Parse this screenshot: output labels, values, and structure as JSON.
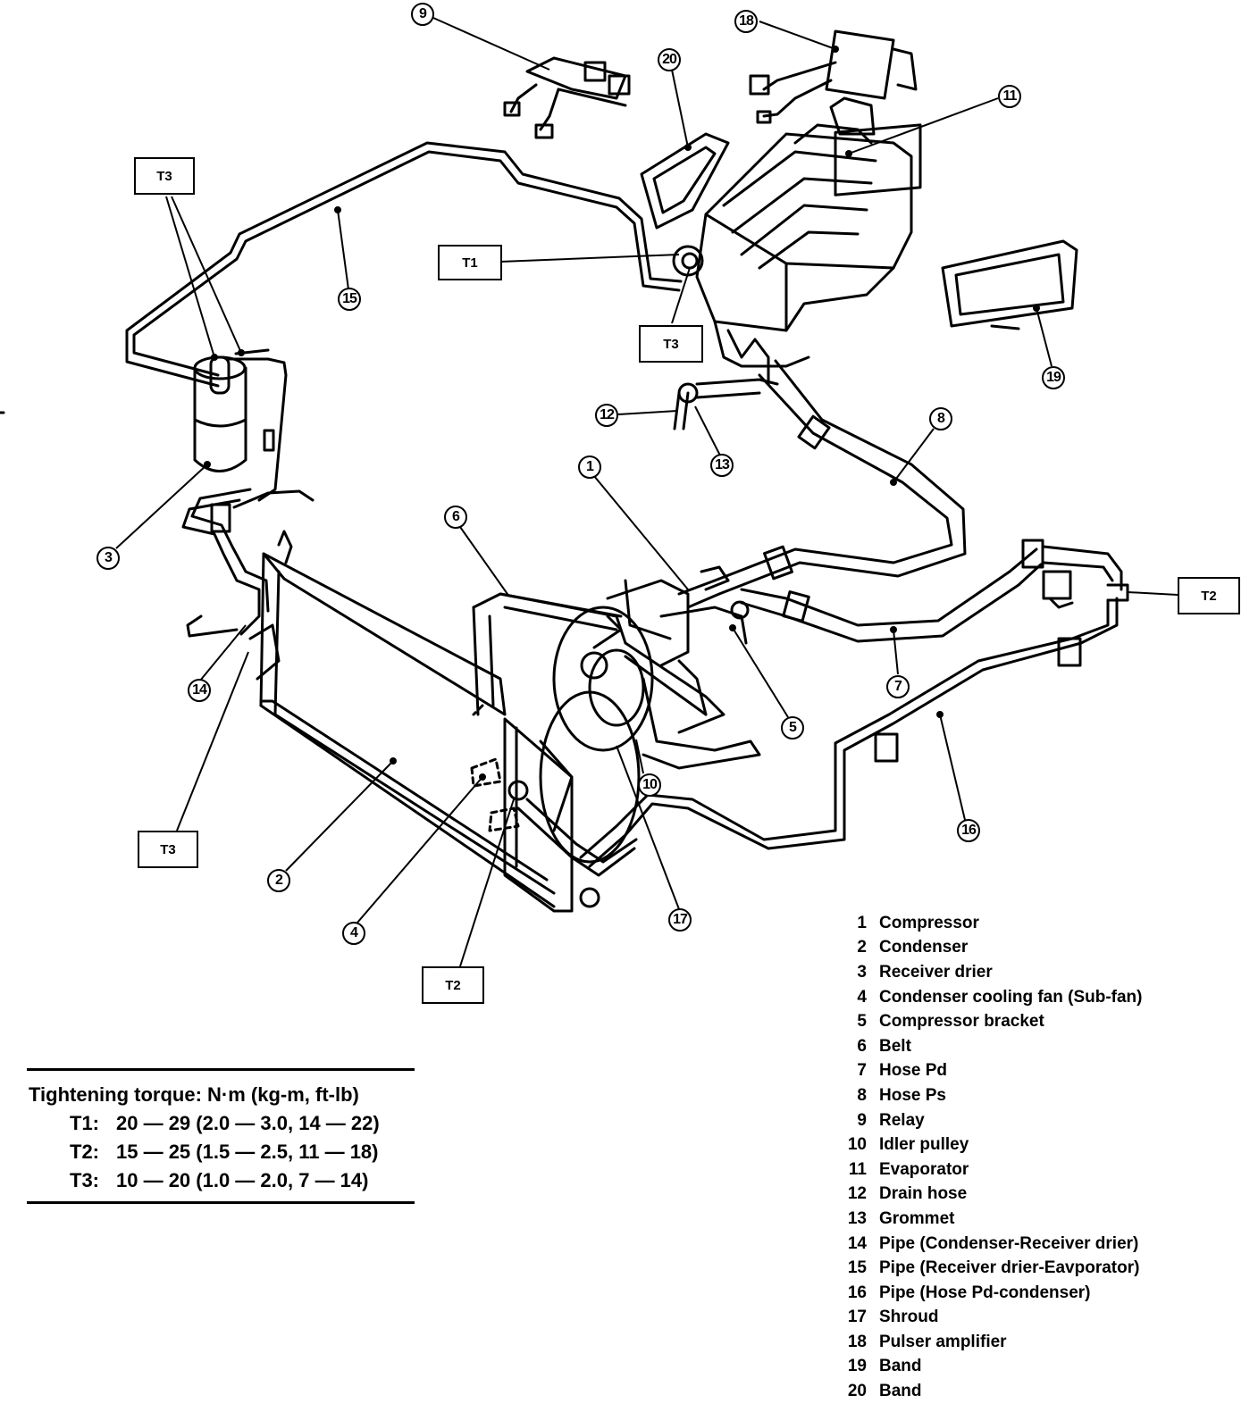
{
  "torque_boxes": {
    "t3_top": "T3",
    "t1": "T1",
    "t3_evap": "T3",
    "t2_right": "T2",
    "t3_left": "T3",
    "t2_bottom": "T2"
  },
  "callouts": {
    "c1": "1",
    "c2": "2",
    "c3": "3",
    "c4": "4",
    "c5": "5",
    "c6": "6",
    "c7": "7",
    "c8": "8",
    "c9": "9",
    "c10": "10",
    "c11": "11",
    "c12": "12",
    "c13": "13",
    "c14": "14",
    "c15": "15",
    "c16": "16",
    "c17": "17",
    "c18": "18",
    "c19": "19",
    "c20": "20"
  },
  "torque_table": {
    "title": "Tightening torque:  N·m (kg-m, ft-lb)",
    "rows": [
      {
        "key": "T1:",
        "value": "20 — 29 (2.0 — 3.0, 14 — 22)"
      },
      {
        "key": "T2:",
        "value": "15 — 25 (1.5 — 2.5, 11 — 18)"
      },
      {
        "key": "T3:",
        "value": "10 — 20 (1.0 — 2.0, 7 — 14)"
      }
    ]
  },
  "legend": [
    {
      "num": "1",
      "label": "Compressor"
    },
    {
      "num": "2",
      "label": "Condenser"
    },
    {
      "num": "3",
      "label": "Receiver drier"
    },
    {
      "num": "4",
      "label": "Condenser cooling fan (Sub-fan)"
    },
    {
      "num": "5",
      "label": "Compressor bracket"
    },
    {
      "num": "6",
      "label": "Belt"
    },
    {
      "num": "7",
      "label": "Hose Pd"
    },
    {
      "num": "8",
      "label": "Hose Ps"
    },
    {
      "num": "9",
      "label": "Relay"
    },
    {
      "num": "10",
      "label": "Idler pulley"
    },
    {
      "num": "11",
      "label": "Evaporator"
    },
    {
      "num": "12",
      "label": "Drain hose"
    },
    {
      "num": "13",
      "label": "Grommet"
    },
    {
      "num": "14",
      "label": "Pipe (Condenser-Receiver drier)"
    },
    {
      "num": "15",
      "label": "Pipe (Receiver drier-Eavporator)"
    },
    {
      "num": "16",
      "label": "Pipe (Hose Pd-condenser)"
    },
    {
      "num": "17",
      "label": "Shroud"
    },
    {
      "num": "18",
      "label": "Pulser amplifier"
    },
    {
      "num": "19",
      "label": "Band"
    },
    {
      "num": "20",
      "label": "Band"
    }
  ]
}
